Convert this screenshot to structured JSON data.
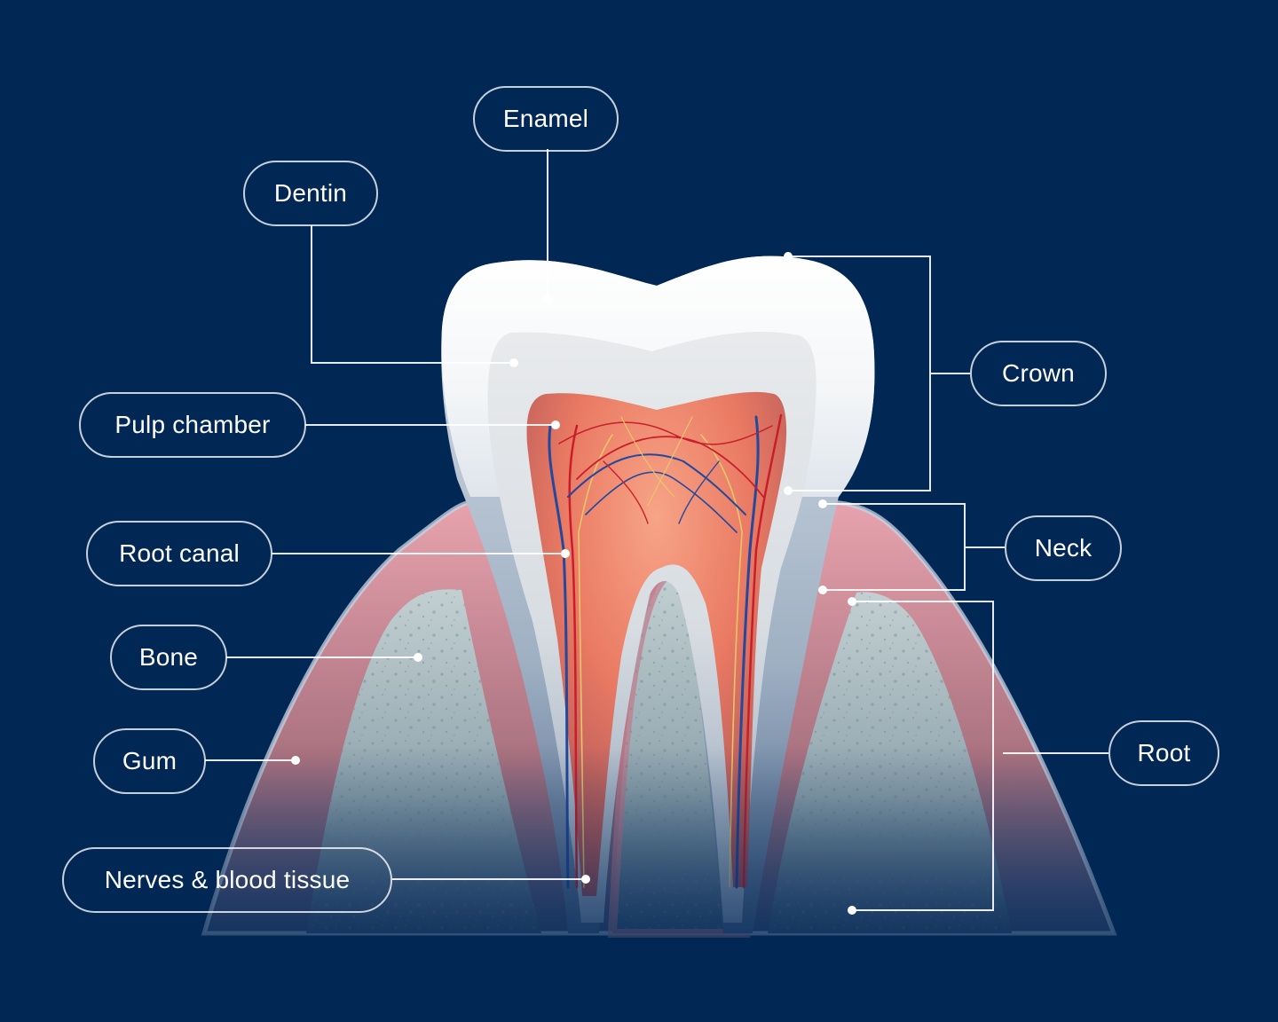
{
  "diagram": {
    "labels": {
      "enamel": "Enamel",
      "dentin": "Dentin",
      "pulp_chamber": "Pulp chamber",
      "root_canal": "Root canal",
      "bone": "Bone",
      "gum": "Gum",
      "nerves": "Nerves & blood tissue",
      "crown": "Crown",
      "neck": "Neck",
      "root": "Root"
    },
    "colors": {
      "background": "#012755",
      "enamel": "#ffffff",
      "dentin": "#dfe3e8",
      "pulp": "#f07e66",
      "gum": "#d98b99",
      "bone": "#9eb3b8",
      "vessel_red": "#c81e2a",
      "vessel_blue": "#24489c",
      "nerve_yellow": "#e8c66a",
      "leader_line": "#ffffff"
    }
  }
}
